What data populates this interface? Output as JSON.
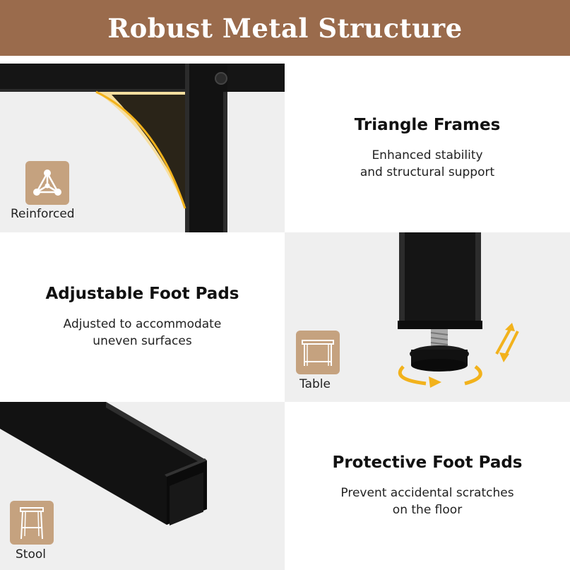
{
  "header": {
    "title": "Robust Metal Structure",
    "background": "#9a6b4c"
  },
  "sections": [
    {
      "title": "Triangle Frames",
      "desc1": "Enhanced stability",
      "desc2": "and structural support",
      "badge_icon": "triangle-nodes-icon",
      "badge_label": "Reinforced"
    },
    {
      "title": "Adjustable Foot Pads",
      "desc1": "Adjusted to accommodate",
      "desc2": "uneven surfaces",
      "badge_icon": "console-table-icon",
      "badge_label": "Table"
    },
    {
      "title": "Protective Foot Pads",
      "desc1": "Prevent accidental scratches",
      "desc2": "on the floor",
      "badge_icon": "bar-stool-icon",
      "badge_label": "Stool"
    }
  ],
  "colors": {
    "accent": "#f2b21c",
    "badge": "#c5a27f",
    "metal": "#141414"
  }
}
